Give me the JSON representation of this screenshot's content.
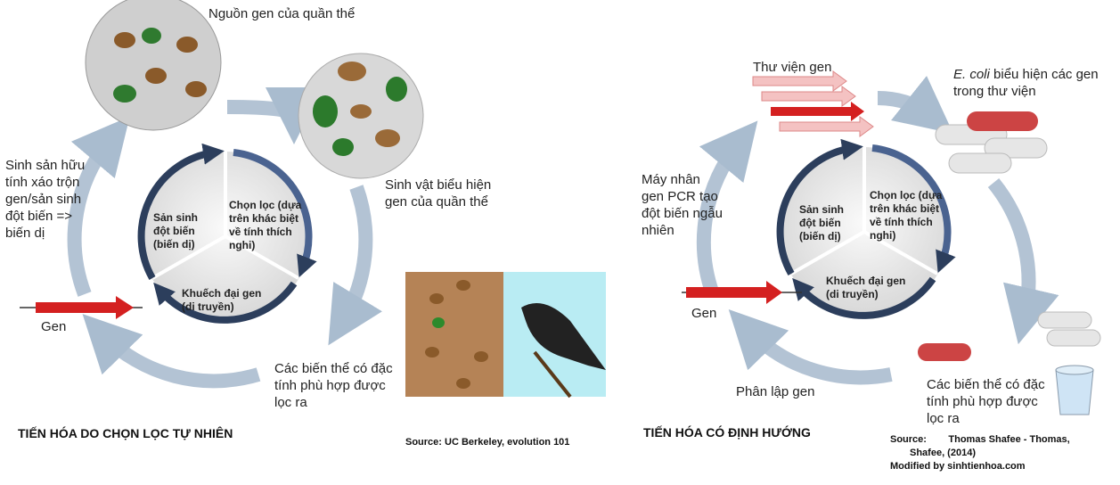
{
  "left": {
    "gene_pool": "Nguồn gen của quần thể",
    "organisms": "Sinh vật biểu hiện gen của quần thể",
    "sexual": "Sinh sản hữu tính xáo trộn gen/sản sinh đột biến => biến dị",
    "gene": "Gen",
    "filtered": "Các biến thể có đặc tính phù hợp được lọc ra",
    "inner_mutation": "Sản sinh đột biến (biến dị)",
    "inner_selection": "Chọn lọc (dựa trên khác biệt về tính thích nghi)",
    "inner_amplify": "Khuếch đại gen (di truyền)",
    "title": "TIẾN HÓA DO CHỌN LỌC TỰ NHIÊN",
    "source": "Source: UC Berkeley, evolution 101"
  },
  "right": {
    "library": "Thư viện gen",
    "ecoli_italic": "E. coli",
    "ecoli_rest": " biểu hiện các gen trong thư viện",
    "pcr": "Máy nhân gen PCR tạo đột biến ngẫu nhiên",
    "gene": "Gen",
    "isolate": "Phân lập gen",
    "filtered": "Các biến thể có đặc tính phù hợp được lọc ra",
    "inner_mutation": "Sản sinh đột biến (biến dị)",
    "inner_selection": "Chọn lọc (dựa trên khác biệt về tính thích nghi)",
    "inner_amplify": "Khuếch đại gen (di truyền)",
    "title": "TIẾN HÓA CÓ ĐỊNH HƯỚNG",
    "source_line1": "Source:        Thomas Shafee - Thomas,",
    "source_line2": "Shafee, (2014)",
    "source_line3": "Modified by sinhtienhoa.com"
  },
  "colors": {
    "outer_arrow": "#a9bccf",
    "inner_arc": "#3b5278",
    "gene_arrow": "#d42020"
  }
}
